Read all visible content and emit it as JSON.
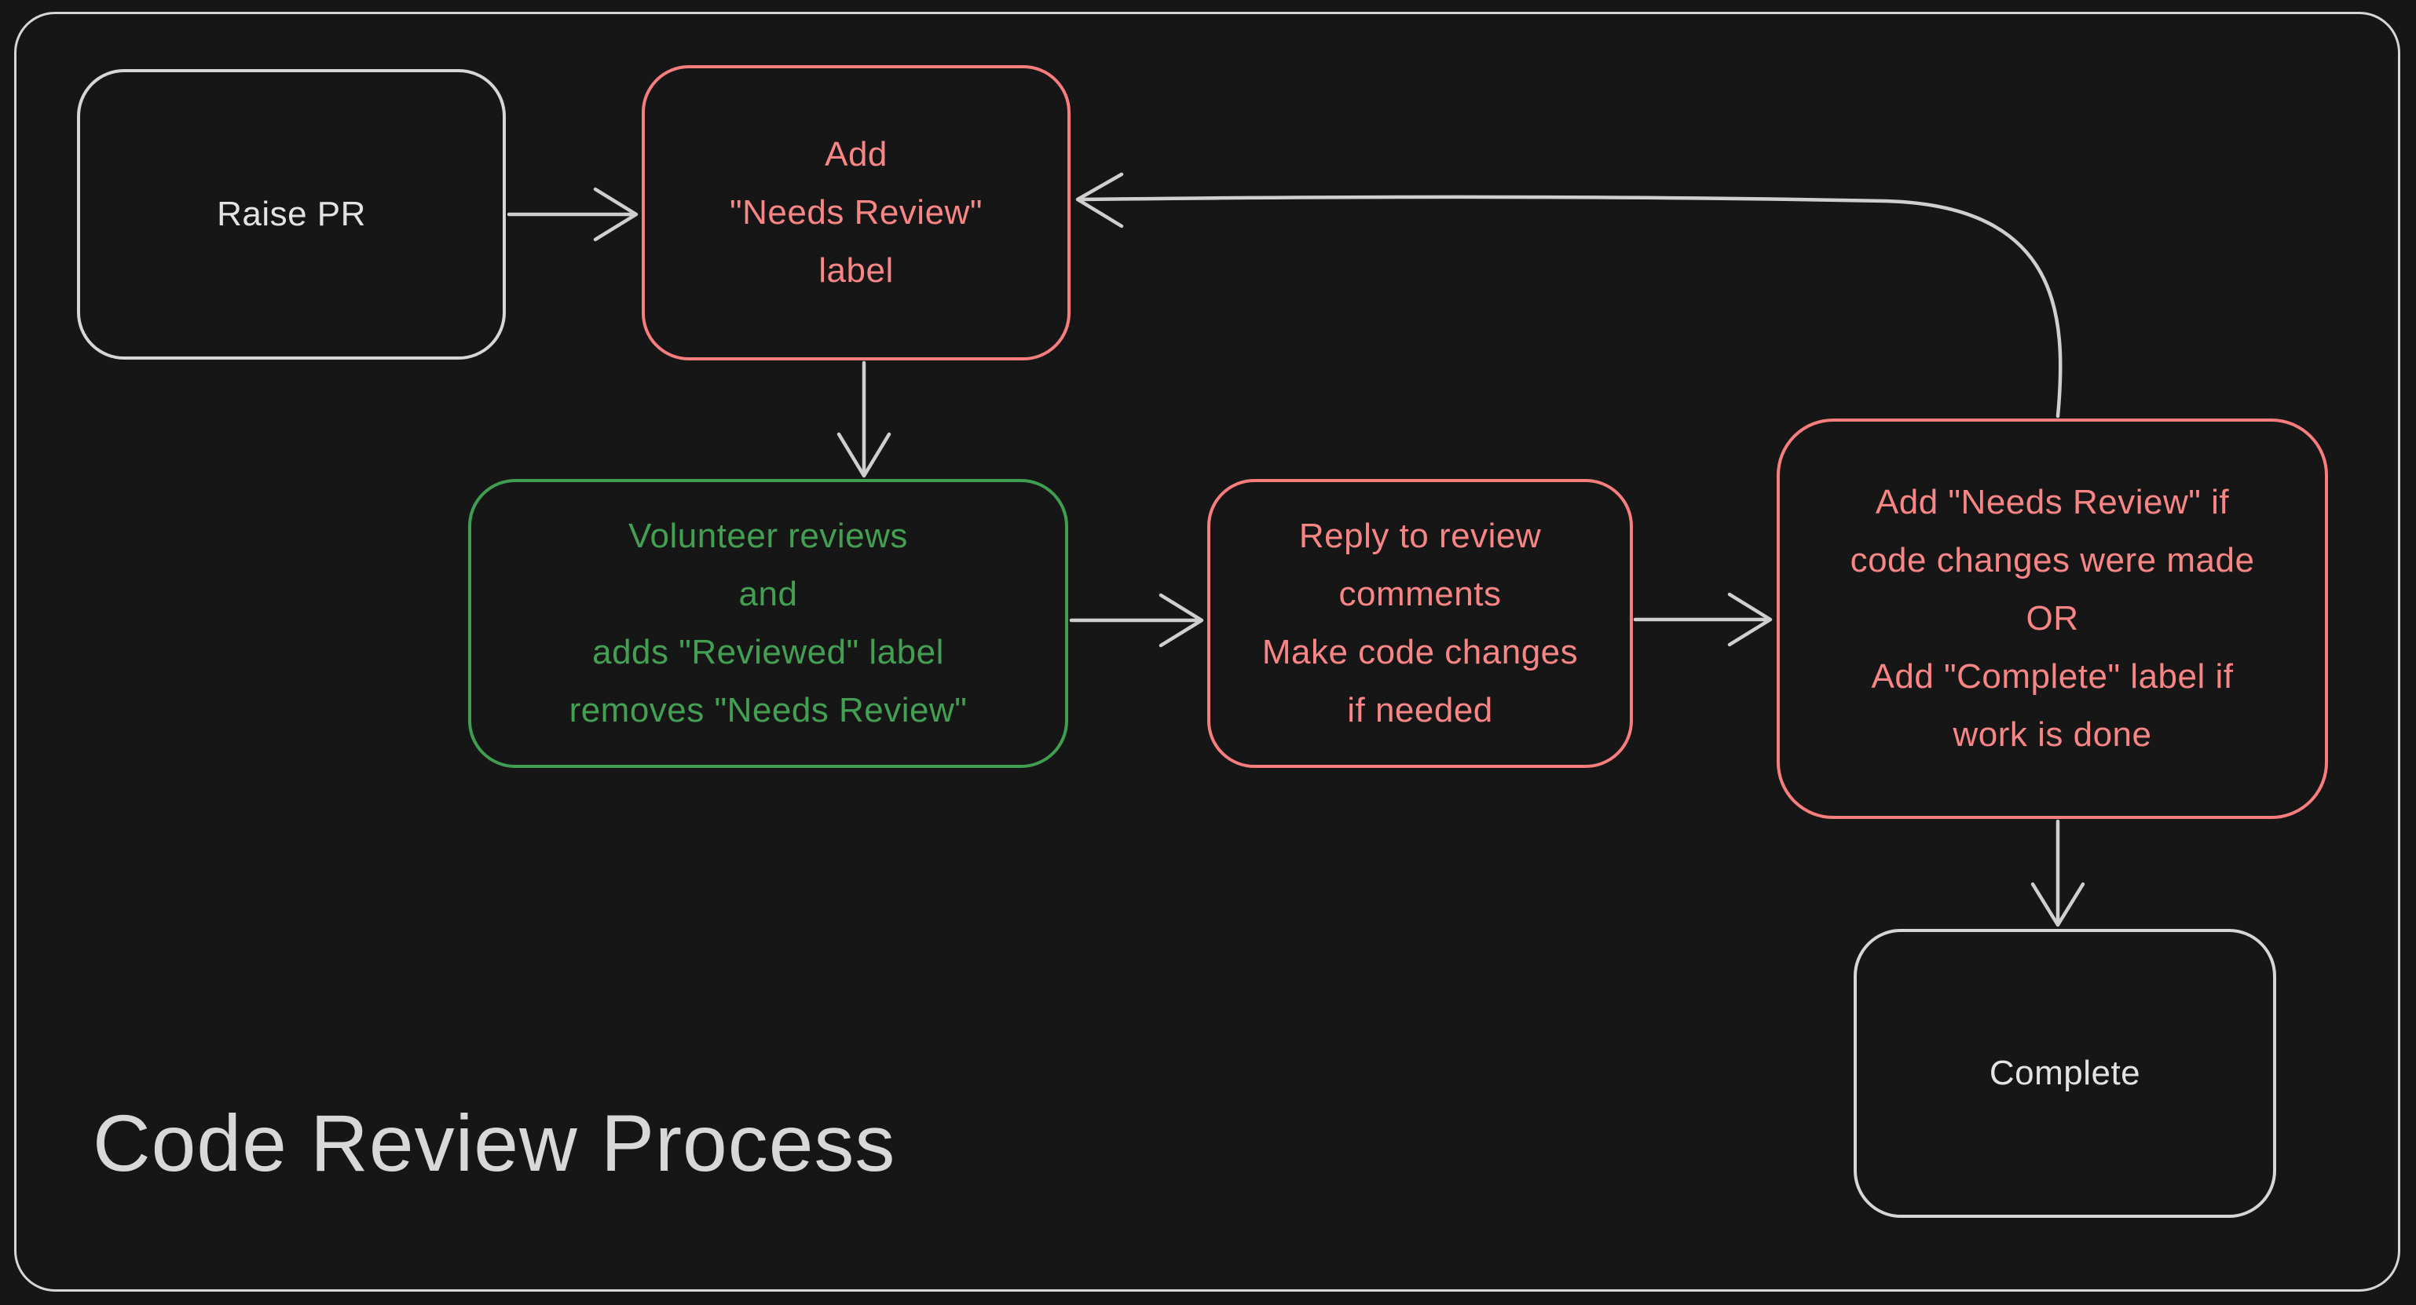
{
  "title": "Code Review Process",
  "colors": {
    "background": "#161616",
    "frame_stroke": "#d6d6d6",
    "neutral_node": "#d6d6d6",
    "red_node": "#f87d7d",
    "green_node": "#3f9e4f",
    "arrow": "#cfcfcf"
  },
  "nodes": {
    "raise_pr": {
      "lines": [
        "Raise PR"
      ],
      "color": "white"
    },
    "add_needs_review_label": {
      "lines": [
        "Add",
        "\"Needs Review\"",
        "label"
      ],
      "color": "red"
    },
    "volunteer_reviews": {
      "lines": [
        "Volunteer reviews",
        "and",
        "adds \"Reviewed\" label",
        "removes \"Needs Review\""
      ],
      "color": "green"
    },
    "reply_to_comments": {
      "lines": [
        "Reply to review",
        "comments",
        "Make code changes",
        "if needed"
      ],
      "color": "red"
    },
    "add_label_decision": {
      "lines": [
        "Add \"Needs Review\" if",
        "code changes were made",
        "OR",
        "Add \"Complete\" label if",
        "work is done"
      ],
      "color": "red"
    },
    "complete": {
      "lines": [
        "Complete"
      ],
      "color": "white"
    }
  },
  "edges": [
    {
      "from": "raise-pr",
      "to": "add-needs-review-label",
      "style": "straight"
    },
    {
      "from": "add-needs-review-label",
      "to": "volunteer-reviews",
      "style": "straight"
    },
    {
      "from": "volunteer-reviews",
      "to": "reply-to-comments",
      "style": "straight"
    },
    {
      "from": "reply-to-comments",
      "to": "add-label-decision",
      "style": "straight"
    },
    {
      "from": "add-label-decision",
      "to": "complete",
      "style": "straight"
    },
    {
      "from": "add-label-decision",
      "to": "add-needs-review-label",
      "style": "curved-loop-back"
    }
  ]
}
